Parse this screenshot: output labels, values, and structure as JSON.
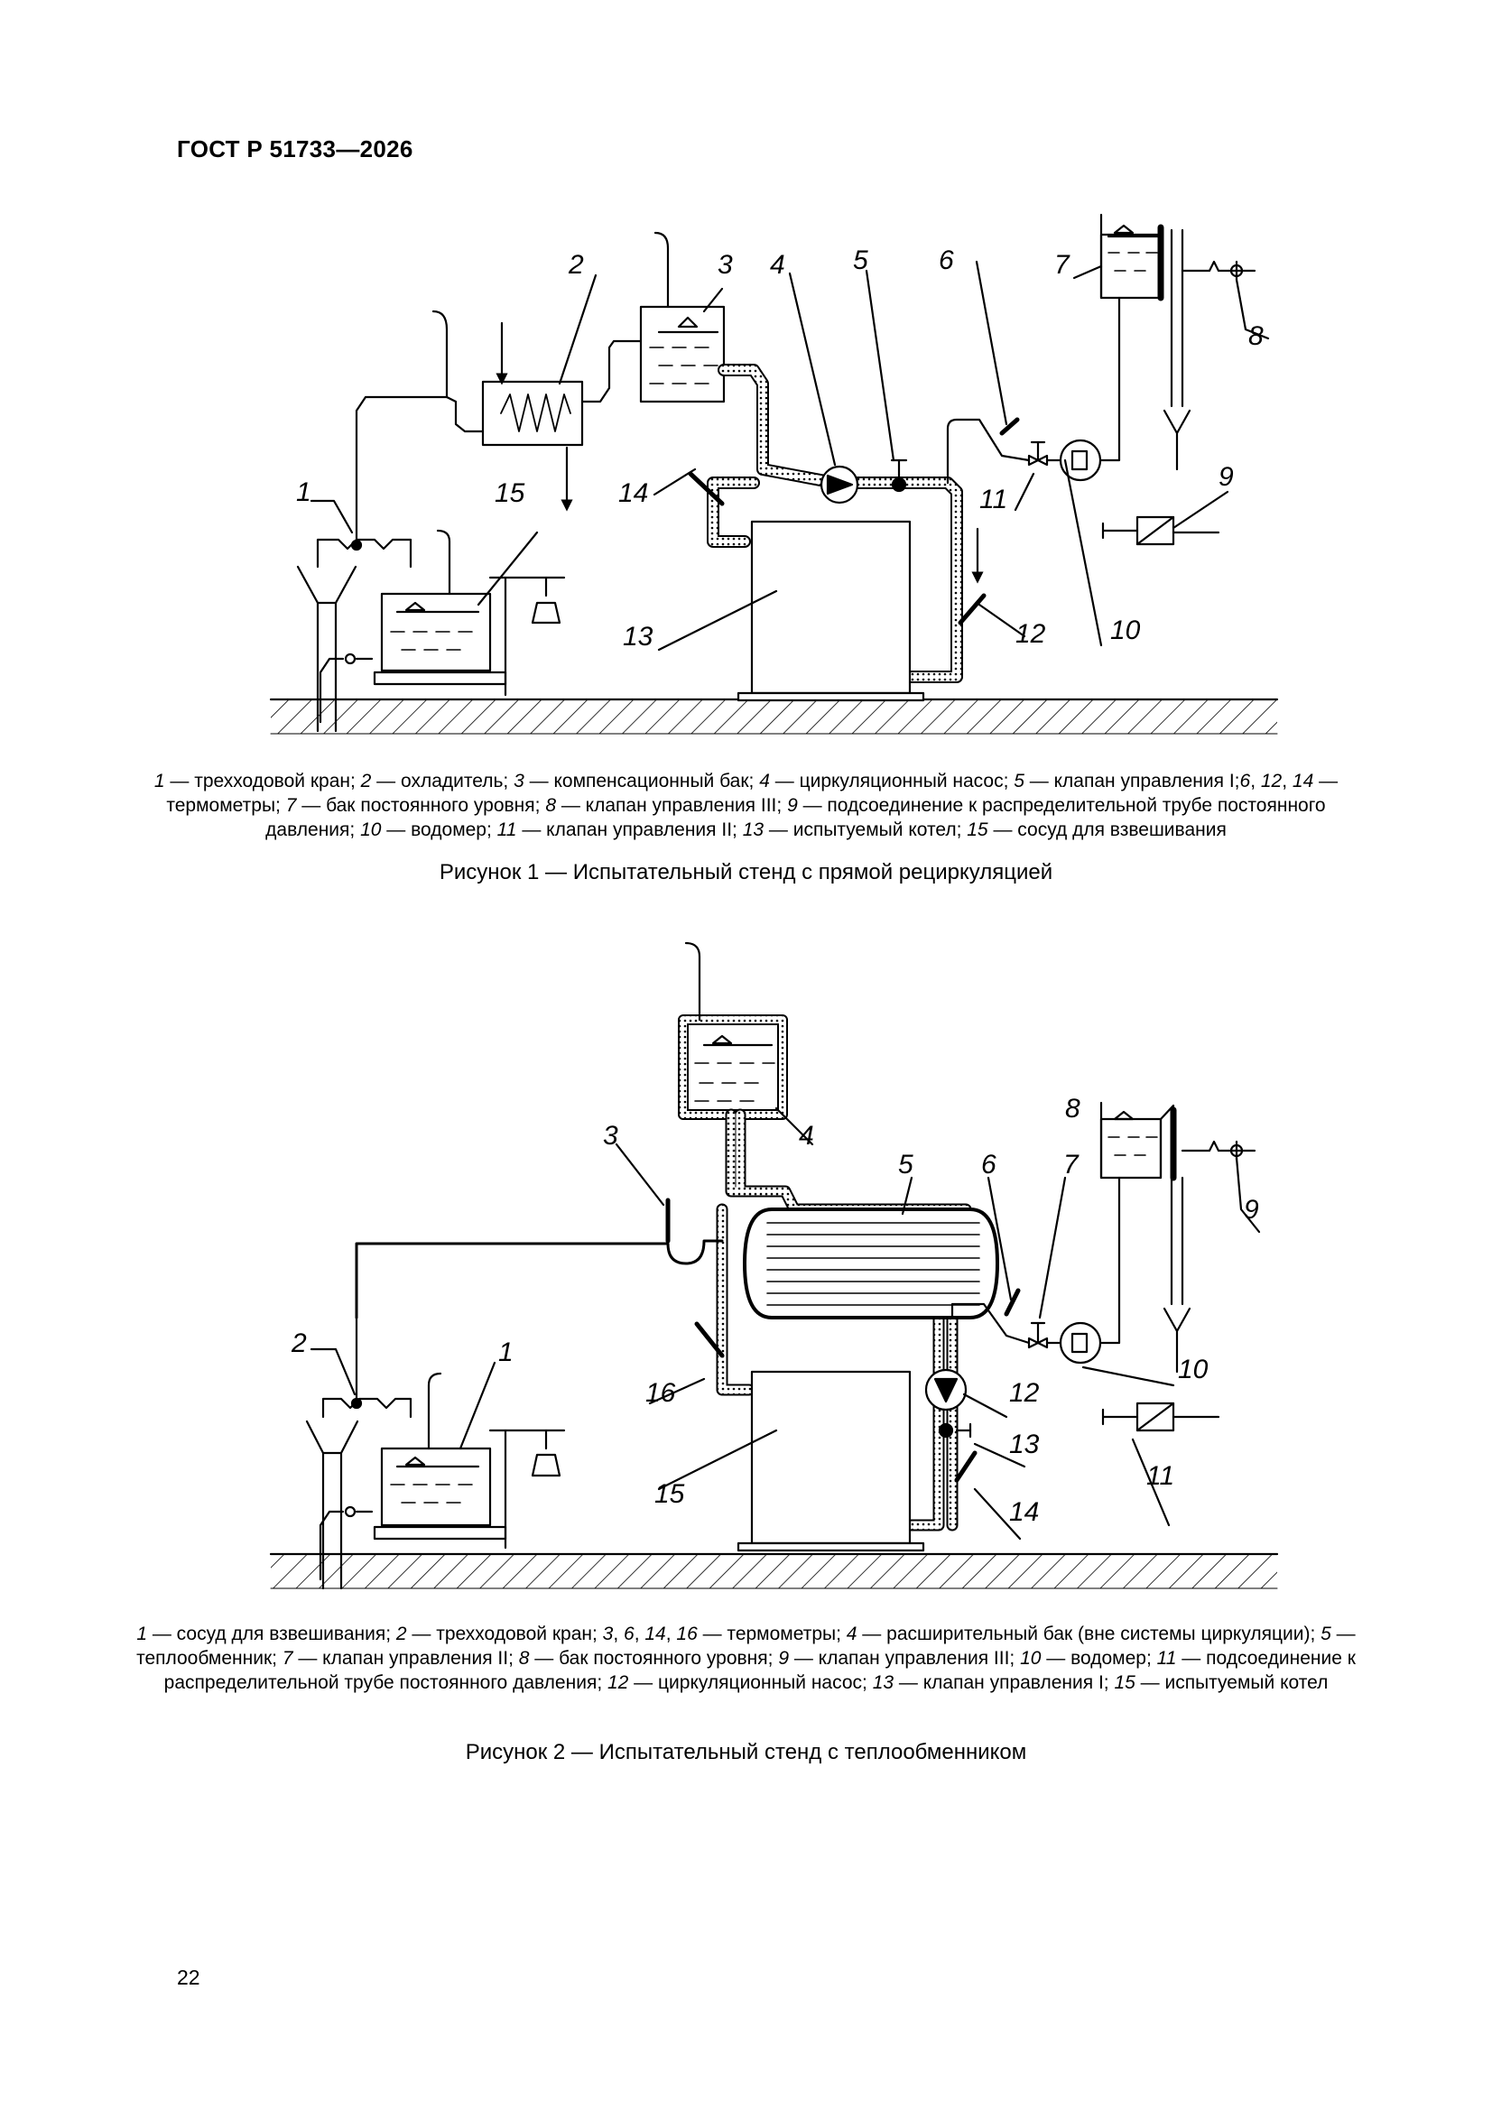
{
  "header": "ГОСТ Р 51733—2026",
  "figure1": {
    "callouts": [
      "1",
      "2",
      "3",
      "4",
      "5",
      "6",
      "7",
      "8",
      "9",
      "10",
      "11",
      "12",
      "13",
      "14",
      "15"
    ],
    "legend": [
      {
        "n": "1",
        "t": " — трехходовой кран; "
      },
      {
        "n": "2",
        "t": " — охладитель; "
      },
      {
        "n": "3",
        "t": " — компенсационный бак; "
      },
      {
        "n": "4",
        "t": " — циркуляционный насос; "
      },
      {
        "n": "5",
        "t": " — клапан управления I;"
      },
      {
        "n": "6",
        "t": ", "
      },
      {
        "n": "12",
        "t": ", "
      },
      {
        "n": "14",
        "t": " — термометры; "
      },
      {
        "n": "7",
        "t": " — бак постоянного уровня; "
      },
      {
        "n": "8",
        "t": " — клапан управления III; "
      },
      {
        "n": "9",
        "t": " — подсоединение к распределительной трубе постоянного давления; "
      },
      {
        "n": "10",
        "t": " — водомер; "
      },
      {
        "n": "11",
        "t": " — клапан управления II; "
      },
      {
        "n": "13",
        "t": " — испытуемый котел; "
      },
      {
        "n": "15",
        "t": " — сосуд для взвешивания"
      }
    ],
    "caption": "Рисунок 1 — Испытательный стенд с прямой рециркуляцией"
  },
  "figure2": {
    "callouts": [
      "1",
      "2",
      "3",
      "4",
      "5",
      "6",
      "7",
      "8",
      "9",
      "10",
      "11",
      "12",
      "13",
      "14",
      "15",
      "16"
    ],
    "legend": [
      {
        "n": "1",
        "t": " — сосуд для взвешивания; "
      },
      {
        "n": "2",
        "t": " — трехходовой кран; "
      },
      {
        "n": "3",
        "t": ", "
      },
      {
        "n": "6",
        "t": ", "
      },
      {
        "n": "14",
        "t": ", "
      },
      {
        "n": "16",
        "t": " — термометры; "
      },
      {
        "n": "4",
        "t": " — расширительный бак (вне системы циркуляции); "
      },
      {
        "n": "5",
        "t": " — теплообменник; "
      },
      {
        "n": "7",
        "t": " — клапан управления II; "
      },
      {
        "n": "8",
        "t": " — бак постоянного уровня; "
      },
      {
        "n": "9",
        "t": " — клапан управления III; "
      },
      {
        "n": "10",
        "t": " — водомер; "
      },
      {
        "n": "11",
        "t": " — подсоединение к распределительной трубе постоянного давления; "
      },
      {
        "n": "12",
        "t": " — циркуляционный насос; "
      },
      {
        "n": "13",
        "t": " — клапан управления I; "
      },
      {
        "n": "15",
        "t": " — испытуемый котел"
      }
    ],
    "caption": "Рисунок 2 — Испытательный стенд с теплообменником"
  },
  "page_number": "22"
}
